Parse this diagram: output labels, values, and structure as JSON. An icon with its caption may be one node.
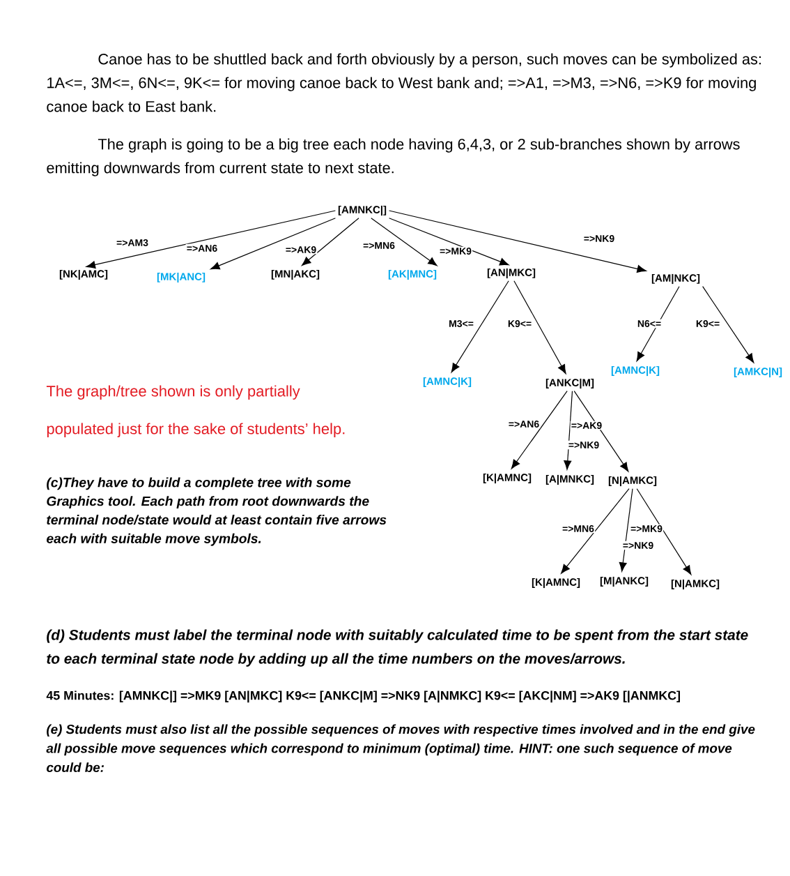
{
  "diagram": {
    "nodes": [
      {
        "text": [
          "[AMNKC|]"
        ]
      },
      {
        "text": [
          "[NK|AMC]"
        ]
      },
      {
        "text": [
          "[MK|ANC]"
        ]
      },
      {
        "text": [
          "[MN|AKC]"
        ]
      },
      {
        "text": [
          "[AK|MNC]"
        ]
      },
      {
        "text": [
          "[AN|MKC]"
        ]
      },
      {
        "text": [
          "[AM|NKC]"
        ]
      },
      {
        "text": [
          "[AMNC|K]"
        ]
      },
      {
        "text": [
          "[ANKC|M]"
        ]
      },
      {
        "text": [
          "[AMNC|K]"
        ]
      },
      {
        "text": [
          "[AMKC|N]"
        ]
      },
      {
        "text": [
          "[K|AMNC]"
        ]
      },
      {
        "text": [
          "[A|MNKC]"
        ]
      },
      {
        "text": [
          "[N|AMKC]"
        ]
      },
      {
        "text": [
          "[K|AMNC]"
        ]
      },
      {
        "text": [
          "[M|ANKC]"
        ]
      },
      {
        "text": [
          "[N|AMKC]"
        ]
      }
    ],
    "edges": [
      {
        "from": 0,
        "to": 1,
        "arrow": "to",
        "label": "=>AM3"
      },
      {
        "from": 0,
        "to": 2,
        "arrow": "to",
        "label": "=>AN6"
      },
      {
        "from": 0,
        "to": 3,
        "arrow": "to",
        "label": "=>AK9"
      },
      {
        "from": 0,
        "to": 4,
        "arrow": "to",
        "label": "=>MN6"
      },
      {
        "from": 0,
        "to": 5,
        "arrow": "to",
        "label": "=>MK9"
      },
      {
        "from": 0,
        "to": 6,
        "arrow": "to",
        "label": "=>NK9"
      },
      {
        "from": 5,
        "to": 7,
        "arrow": "to",
        "label": "M3<="
      },
      {
        "from": 5,
        "to": 8,
        "arrow": "to",
        "label": "K9<="
      },
      {
        "from": 6,
        "to": 9,
        "arrow": "to",
        "label": "N6<="
      },
      {
        "from": 6,
        "to": 10,
        "arrow": "to",
        "label": "K9<="
      },
      {
        "from": 8,
        "to": 11,
        "arrow": "to",
        "label": "=>AN6"
      },
      {
        "from": 8,
        "to": 12,
        "arrow": "to",
        "label": "=>NK9"
      },
      {
        "from": 8,
        "to": 13,
        "arrow": "to",
        "label": "=>AK9"
      },
      {
        "from": 13,
        "to": 14,
        "arrow": "to",
        "label": "=>MN6"
      },
      {
        "from": 13,
        "to": 15,
        "arrow": "to",
        "label": "=>NK9"
      },
      {
        "from": 13,
        "to": 16,
        "arrow": "to",
        "label": "=>MK9"
      }
    ],
    "labels": [
      "Canoe has to be shuttled back and forth obviously by a person, such moves can be symbolized as: 1A<=, 3M<=, 6N<=, 9K<= for moving canoe back to West bank and; =>A1, =>M3, =>N6, =>K9 for moving canoe back to East bank.",
      "The graph is going to be a big tree each node having 6,4,3, or 2 sub-branches shown by arrows emitting downwards from current state to next state.",
      "The graph/tree shown is only partially populated just for the sake of students’ help.",
      "(c)They have to build a complete tree with some Graphics tool. Each path from root downwards the terminal node/state would at least contain five arrows each with suitable move symbols.",
      "(d) Students must label the terminal node with suitably calculated time to be spent from the start state to each terminal state node by adding up all the time numbers on the moves/arrows.",
      "45 Minutes: [AMNKC|] =>MK9 [AN|MKC] K9<= [ANKC|M] =>NK9 [A|NMKC] K9<= [AKC|NM] =>AK9 [|ANMKC]",
      "(e) Students must also list all the possible sequences of moves with respective times involved and in the end give all possible move sequences which correspond to minimum (optimal) time. HINT: one such sequence of move could be:"
    ]
  }
}
